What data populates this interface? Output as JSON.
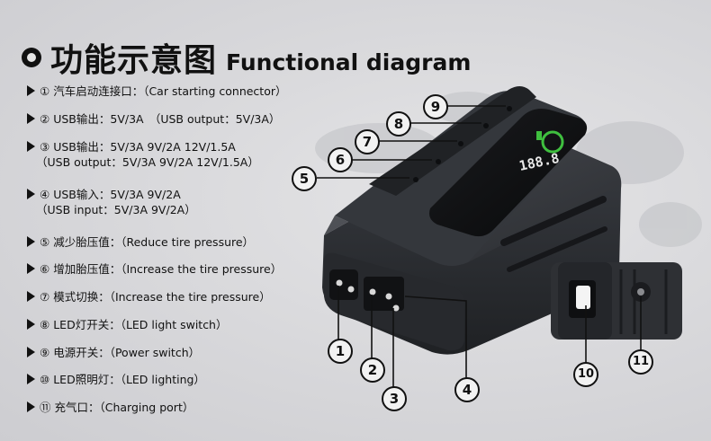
{
  "title": {
    "cn": "功能示意图",
    "en": "Functional diagram"
  },
  "features": [
    {
      "num": "①",
      "label": "汽车启动连接口：（Car starting connector）"
    },
    {
      "num": "②",
      "label": "USB输出：5V/3A　（USB output：5V/3A）"
    },
    {
      "num": "③",
      "label": "USB输出：5V/3A 9V/2A 12V/1.5A",
      "sub": "（USB output：5V/3A 9V/2A 12V/1.5A）"
    },
    {
      "num": "④",
      "label": "USB输入：5V/3A 9V/2A",
      "sub": "（USB input：5V/3A 9V/2A）"
    },
    {
      "num": "⑤",
      "label": "减少胎压值：（Reduce tire pressure）"
    },
    {
      "num": "⑥",
      "label": "增加胎压值：（Increase the tire pressure）"
    },
    {
      "num": "⑦",
      "label": "模式切换：（Increase the tire pressure）"
    },
    {
      "num": "⑧",
      "label": "LED灯开关：（LED light switch）"
    },
    {
      "num": "⑨",
      "label": "电源开关：（Power switch）"
    },
    {
      "num": "⑩",
      "label": "LED照明灯：（LED lighting）"
    },
    {
      "num": "⑪",
      "label": "充气口：（Charging port）"
    }
  ],
  "display": {
    "readout": "188.8"
  },
  "callouts": [
    "1",
    "2",
    "3",
    "4",
    "5",
    "6",
    "7",
    "8",
    "9",
    "10",
    "11"
  ],
  "colors": {
    "body_dark": "#2b2d31",
    "body_mid": "#3b3e44",
    "screen_accent": "#3fbf3f",
    "screen_readout": "#e8e8e8"
  }
}
